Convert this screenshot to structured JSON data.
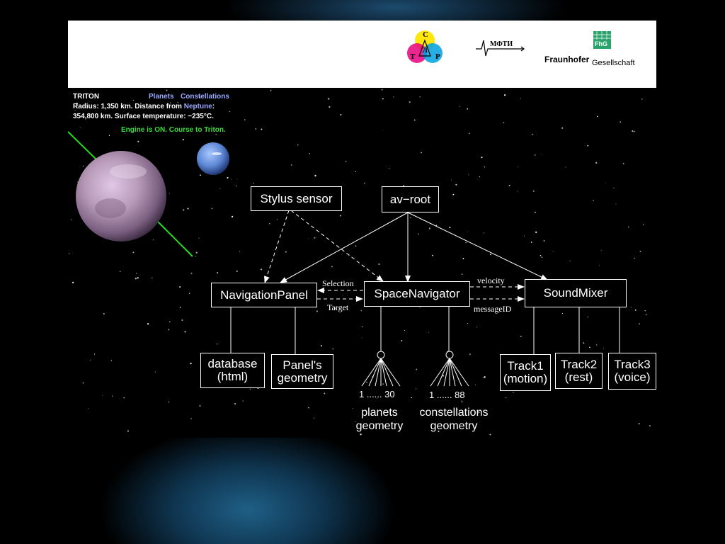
{
  "logos": {
    "ctp_letters": [
      "С",
      "Т",
      "Р",
      "Л"
    ],
    "mfti_text": "МФТИ",
    "fhg_badge": "FhG",
    "fraunhofer": "Fraunhofer",
    "gesellschaft": "Gesellschaft"
  },
  "info_panel": {
    "object_name": "TRITON",
    "nav_links": [
      "Planets",
      "Constellations"
    ],
    "line1_prefix": "Radius: 1,350 km. Distance from",
    "line1_link": "Neptune",
    "line1_suffix": ":",
    "line2": "354,800 km. Surface temperature: −235",
    "line2_unit": "°C.",
    "status": "Engine is ON. Course to Triton."
  },
  "diagram": {
    "nodes": {
      "stylus_sensor": "Stylus sensor",
      "av_root": "av−root",
      "navigation_panel": "NavigationPanel",
      "space_navigator": "SpaceNavigator",
      "sound_mixer": "SoundMixer",
      "database": [
        "database",
        "(html)"
      ],
      "panels_geometry": [
        "Panel's",
        "geometry"
      ],
      "track1": [
        "Track1",
        "(motion)"
      ],
      "track2": [
        "Track2",
        "(rest)"
      ],
      "track3": [
        "Track3",
        "(voice)"
      ]
    },
    "edge_labels": {
      "selection": "Selection",
      "target": "Target",
      "velocity": "velocity",
      "message_id": "messageID"
    },
    "fan_groups": {
      "planets": {
        "range": "1 ...... 30",
        "label": [
          "planets",
          "geometry"
        ]
      },
      "constellations": {
        "range": "1 ...... 88",
        "label": [
          "constellations",
          "geometry"
        ]
      }
    }
  },
  "colors": {
    "orbit_line": "#22dd22",
    "link_text": "#9aa8ff",
    "status_text": "#3cdc3c"
  }
}
